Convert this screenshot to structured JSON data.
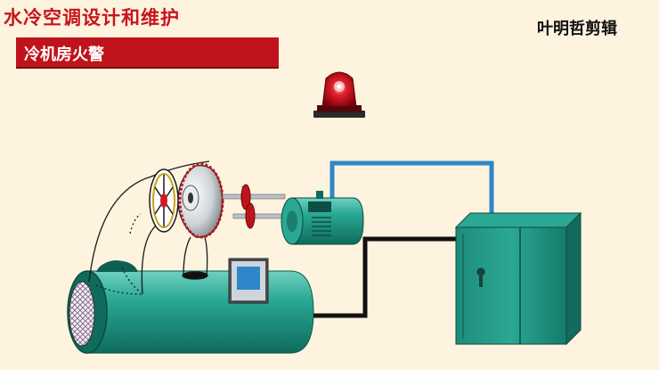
{
  "header": {
    "title": "水冷空调设计和维护",
    "subtitle": "冷机房火警",
    "author": "叶明哲剪辑"
  },
  "icons": {
    "alarm": "red-rotating-beacon-icon",
    "fan": "centrifugal-fan-icon",
    "motor": "electric-motor-icon",
    "cabinet": "control-cabinet-icon",
    "sensor": "fire-sensor-icon"
  },
  "colors": {
    "background": "#fdf3df",
    "title": "#c8141c",
    "subtitle_bar": "#c0141c",
    "equipment_teal": "#1f9e8a",
    "wire_blue": "#2f86c8",
    "wire_black": "#111111"
  }
}
